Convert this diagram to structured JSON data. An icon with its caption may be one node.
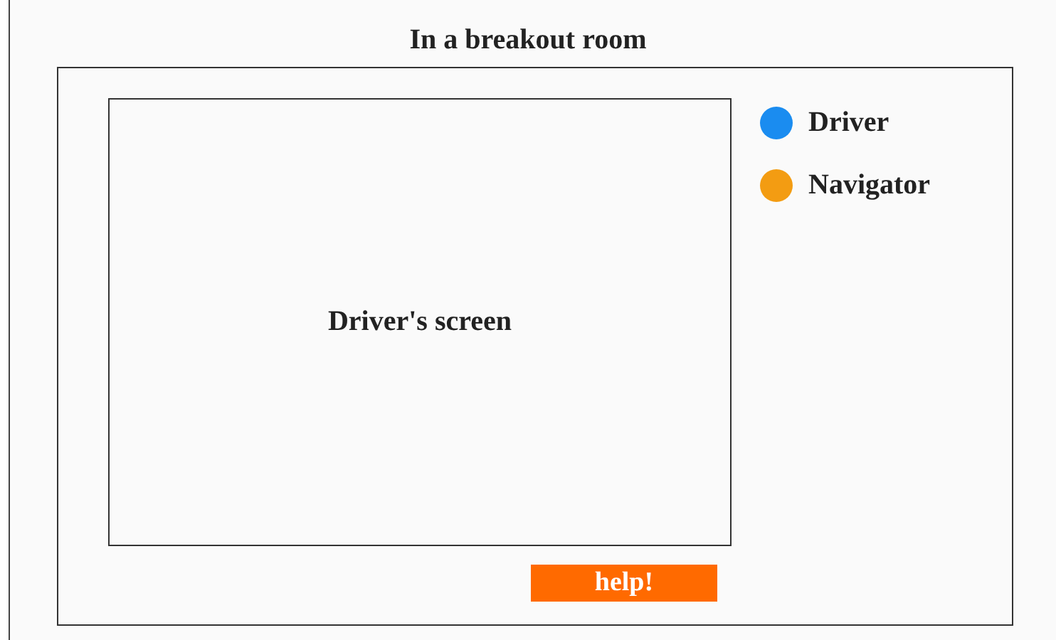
{
  "diagram": {
    "title": "In a breakout room",
    "nodes": [
      {
        "text": [],
        "shape": "box"
      },
      {
        "text": [
          "Driver's screen"
        ],
        "in": 0
      },
      {
        "text": [
          "help!"
        ],
        "in": 0
      }
    ],
    "legend": [
      {
        "text": "Driver",
        "color": "#1a8cf0"
      },
      {
        "text": "Navigator",
        "color": "#f39c12"
      }
    ]
  }
}
